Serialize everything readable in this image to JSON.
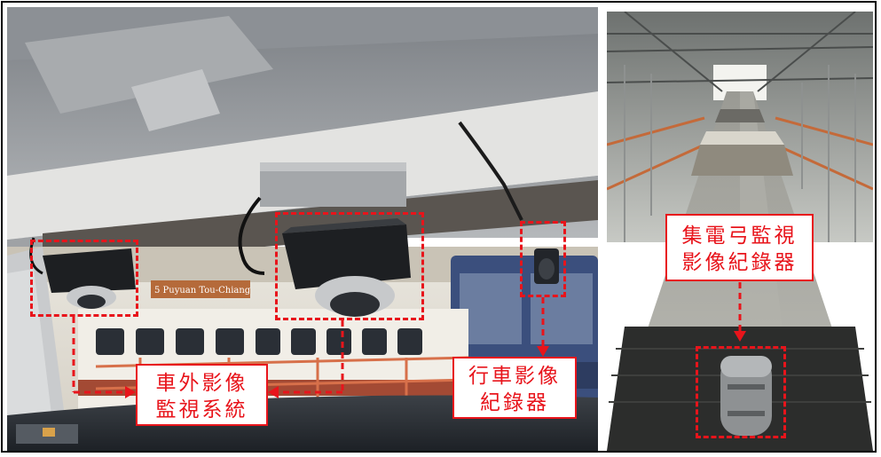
{
  "left_photo": {
    "callouts": {
      "exterior_cctv": {
        "line1": "車外影像",
        "line2": "監視系統"
      },
      "driving_recorder": {
        "line1": "行車影像",
        "line2": "紀錄器"
      }
    },
    "platform_sign": "5 Puyuan Tou-Chiang"
  },
  "right_photo": {
    "callout": {
      "line1": "集電弓監視",
      "line2": "影像紀錄器"
    }
  },
  "colors": {
    "annotation": "#e8141b"
  }
}
